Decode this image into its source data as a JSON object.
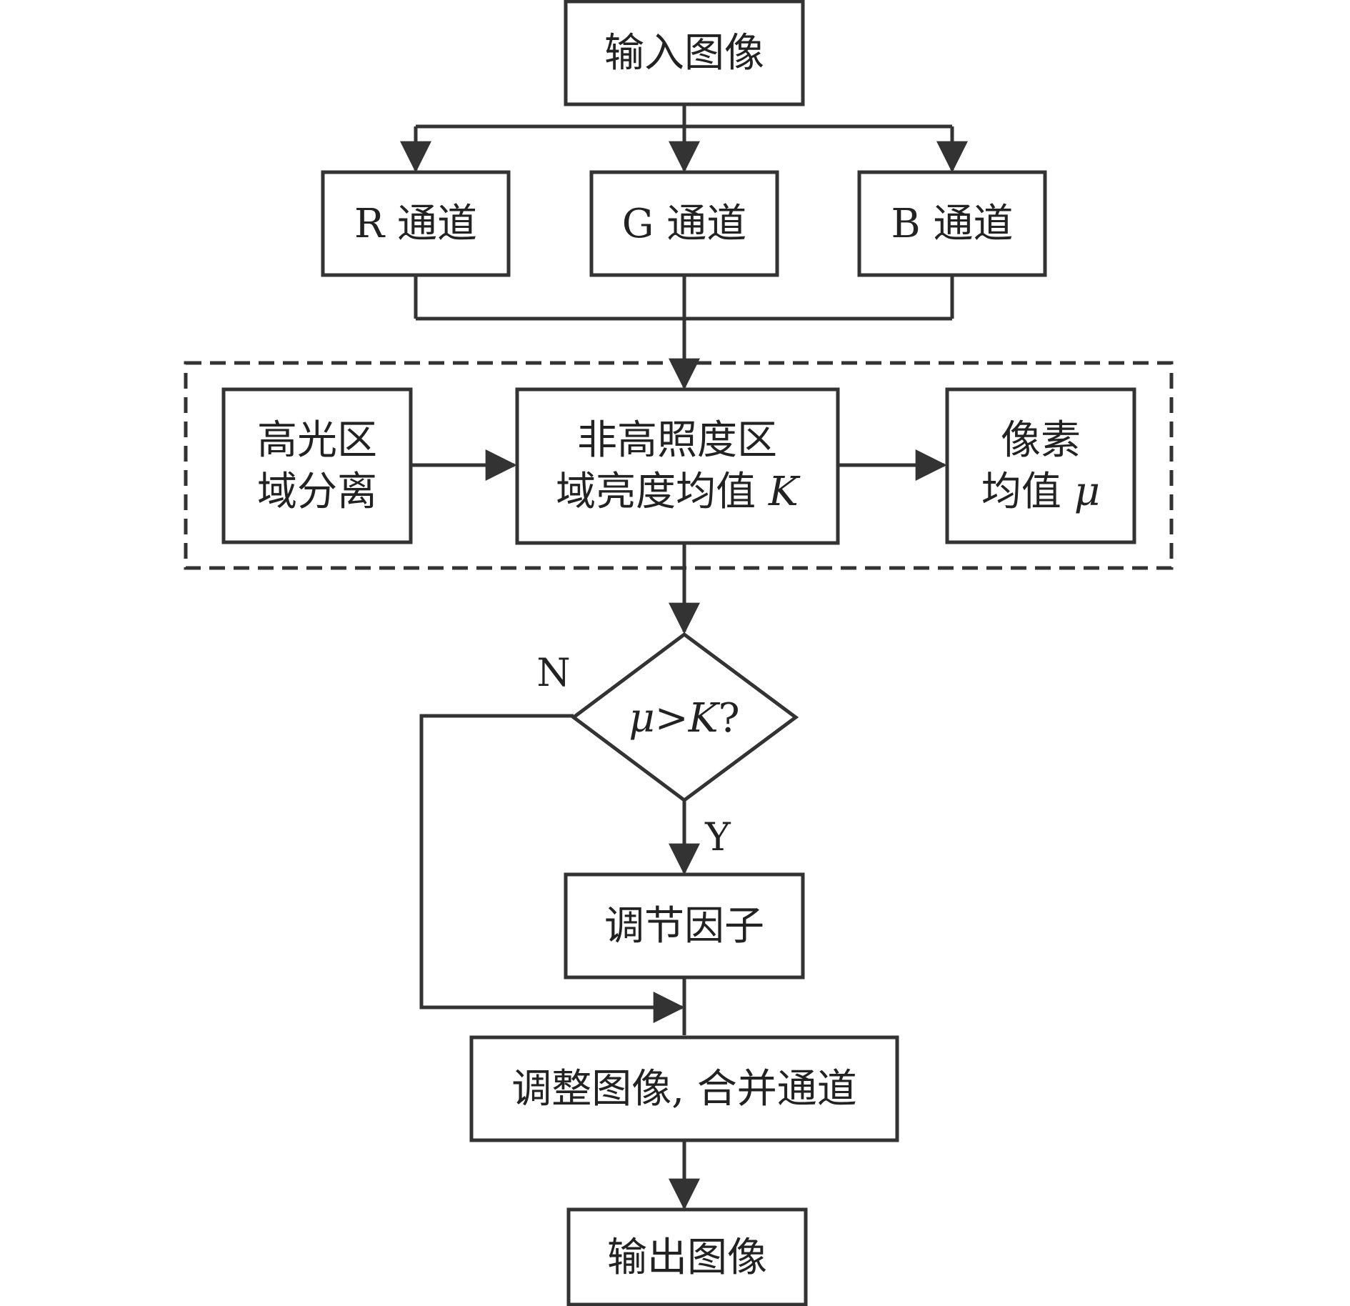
{
  "nodes": {
    "input": {
      "lines": [
        [
          {
            "t": "输入图像"
          }
        ]
      ]
    },
    "r_ch": {
      "lines": [
        [
          {
            "t": "R 通道"
          }
        ]
      ]
    },
    "g_ch": {
      "lines": [
        [
          {
            "t": "G 通道"
          }
        ]
      ]
    },
    "b_ch": {
      "lines": [
        [
          {
            "t": "B 通道"
          }
        ]
      ]
    },
    "highlight": {
      "lines": [
        [
          {
            "t": "高光区"
          }
        ],
        [
          {
            "t": "域分离"
          }
        ]
      ]
    },
    "nonhigh": {
      "lines": [
        [
          {
            "t": "非高照度区"
          }
        ],
        [
          {
            "t": "域亮度均值 "
          },
          {
            "t": "K",
            "i": true
          }
        ]
      ]
    },
    "pixel": {
      "lines": [
        [
          {
            "t": "像素"
          }
        ],
        [
          {
            "t": "均值 "
          },
          {
            "t": "μ",
            "i": true
          }
        ]
      ]
    },
    "decision": {
      "lines": [
        [
          {
            "t": "μ",
            "i": true
          },
          {
            "t": ">"
          },
          {
            "t": "K",
            "i": true
          },
          {
            "t": "?"
          }
        ]
      ]
    },
    "adjust": {
      "lines": [
        [
          {
            "t": "调节因子"
          }
        ]
      ]
    },
    "merge": {
      "lines": [
        [
          {
            "t": "调整图像, 合并通道"
          }
        ]
      ]
    },
    "output": {
      "lines": [
        [
          {
            "t": "输出图像"
          }
        ]
      ]
    }
  },
  "branch_labels": {
    "no": "N",
    "yes": "Y"
  }
}
